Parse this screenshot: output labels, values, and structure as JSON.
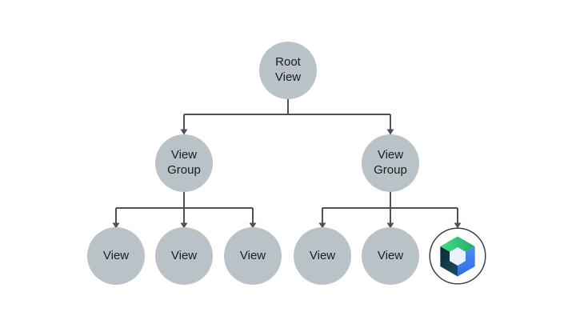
{
  "diagram": {
    "name": "view-hierarchy-tree",
    "nodes": {
      "root": {
        "label": "Root\nView"
      },
      "groups": [
        {
          "label": "View\nGroup"
        },
        {
          "label": "View\nGroup"
        }
      ],
      "views": [
        {
          "label": "View"
        },
        {
          "label": "View"
        },
        {
          "label": "View"
        },
        {
          "label": "View"
        },
        {
          "label": "View"
        }
      ],
      "compose_leaf": {
        "icon": "jetpack-compose-icon"
      }
    }
  },
  "colors": {
    "background": "#ffffff",
    "node_fill": "#b9c2c7",
    "node_text": "#1d1e20",
    "connector": "#4e5256",
    "compose_circle_fill": "#ffffff",
    "compose_ring": "#3c4043",
    "compose_green_light": "#40dd82",
    "compose_green_dark": "#26ab6c",
    "compose_blue_light": "#4e8df8",
    "compose_blue_dark": "#2f6de4",
    "compose_navy_dark": "#0b2836",
    "compose_navy_light": "#17485a",
    "compose_hex_fill": "#e9f2fc"
  }
}
